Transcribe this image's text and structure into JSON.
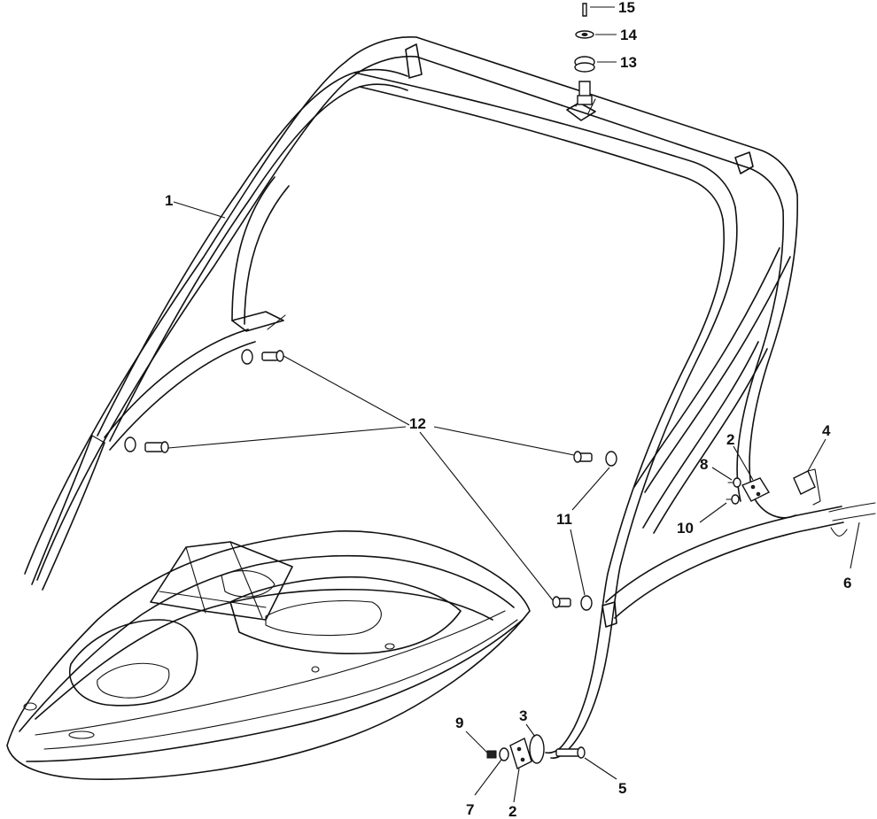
{
  "figure": {
    "callouts": {
      "c1": "1",
      "c2a": "2",
      "c2b": "2",
      "c3": "3",
      "c4": "4",
      "c5": "5",
      "c6": "6",
      "c7": "7",
      "c8": "8",
      "c9": "9",
      "c10": "10",
      "c11": "11",
      "c12": "12",
      "c13": "13",
      "c14": "14",
      "c15": "15"
    }
  }
}
